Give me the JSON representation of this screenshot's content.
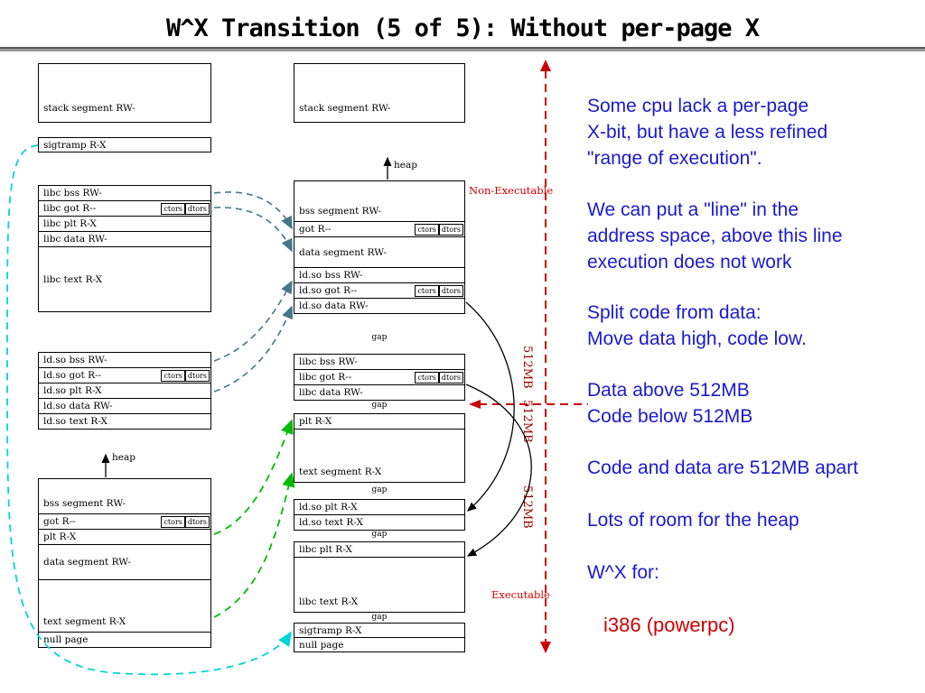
{
  "title": "W^X Transition (5 of 5): Without per-page X",
  "labels": {
    "heap": "heap",
    "gap": "gap",
    "ctors": "ctors",
    "dtors": "dtors",
    "non_executable": "Non-Executable",
    "executable": "Executable",
    "mb512": "512MB"
  },
  "left": {
    "stack": "stack segment RW-",
    "sigtramp": "sigtramp R-X",
    "libc": [
      "libc bss RW-",
      "libc got R--",
      "libc plt R-X",
      "libc data RW-",
      "libc text R-X"
    ],
    "ldso": [
      "ld.so bss RW-",
      "ld.so got R--",
      "ld.so plt R-X",
      "ld.so data RW-",
      "ld.so text R-X"
    ],
    "main": [
      "bss segment RW-",
      "got R--",
      "plt R-X",
      "data segment RW-",
      "text segment R-X",
      "null page"
    ]
  },
  "mid": {
    "stack": "stack segment RW-",
    "data_block": [
      "bss segment RW-",
      "got R--",
      "data segment RW-",
      "ld.so bss RW-",
      "ld.so got R--",
      "ld.so data RW-"
    ],
    "libc_data": [
      "libc bss RW-",
      "libc got R--",
      "libc data RW-"
    ],
    "text_block": [
      "plt R-X",
      "text segment R-X"
    ],
    "ldso_text": [
      "ld.so plt R-X",
      "ld.so text R-X"
    ],
    "libc_text": [
      "libc plt R-X",
      "libc text R-X"
    ],
    "sigtramp": "sigtramp R-X",
    "null_page": "null page"
  },
  "notes": {
    "para1": [
      "Some cpu lack a per-page",
      "X-bit, but have a less refined",
      "\"range of execution\"."
    ],
    "para2": [
      "We can put a \"line\" in the",
      "address space, above this line",
      "execution does not work"
    ],
    "para3": [
      "Split code from data:",
      "Move data high, code low."
    ],
    "para4": [
      "Data above 512MB",
      "Code below 512MB"
    ],
    "para5": "Code and data are 512MB apart",
    "para6": "Lots of room for the heap",
    "para7": "W^X for:",
    "arch": "i386  (powerpc)"
  },
  "colors": {
    "note_blue": "#1a1acc",
    "red": "#cc0000",
    "dark_red_512": "#990000",
    "green": "#00bb00",
    "cyan": "#00d5d5",
    "teal": "#447788",
    "black": "#000000"
  }
}
